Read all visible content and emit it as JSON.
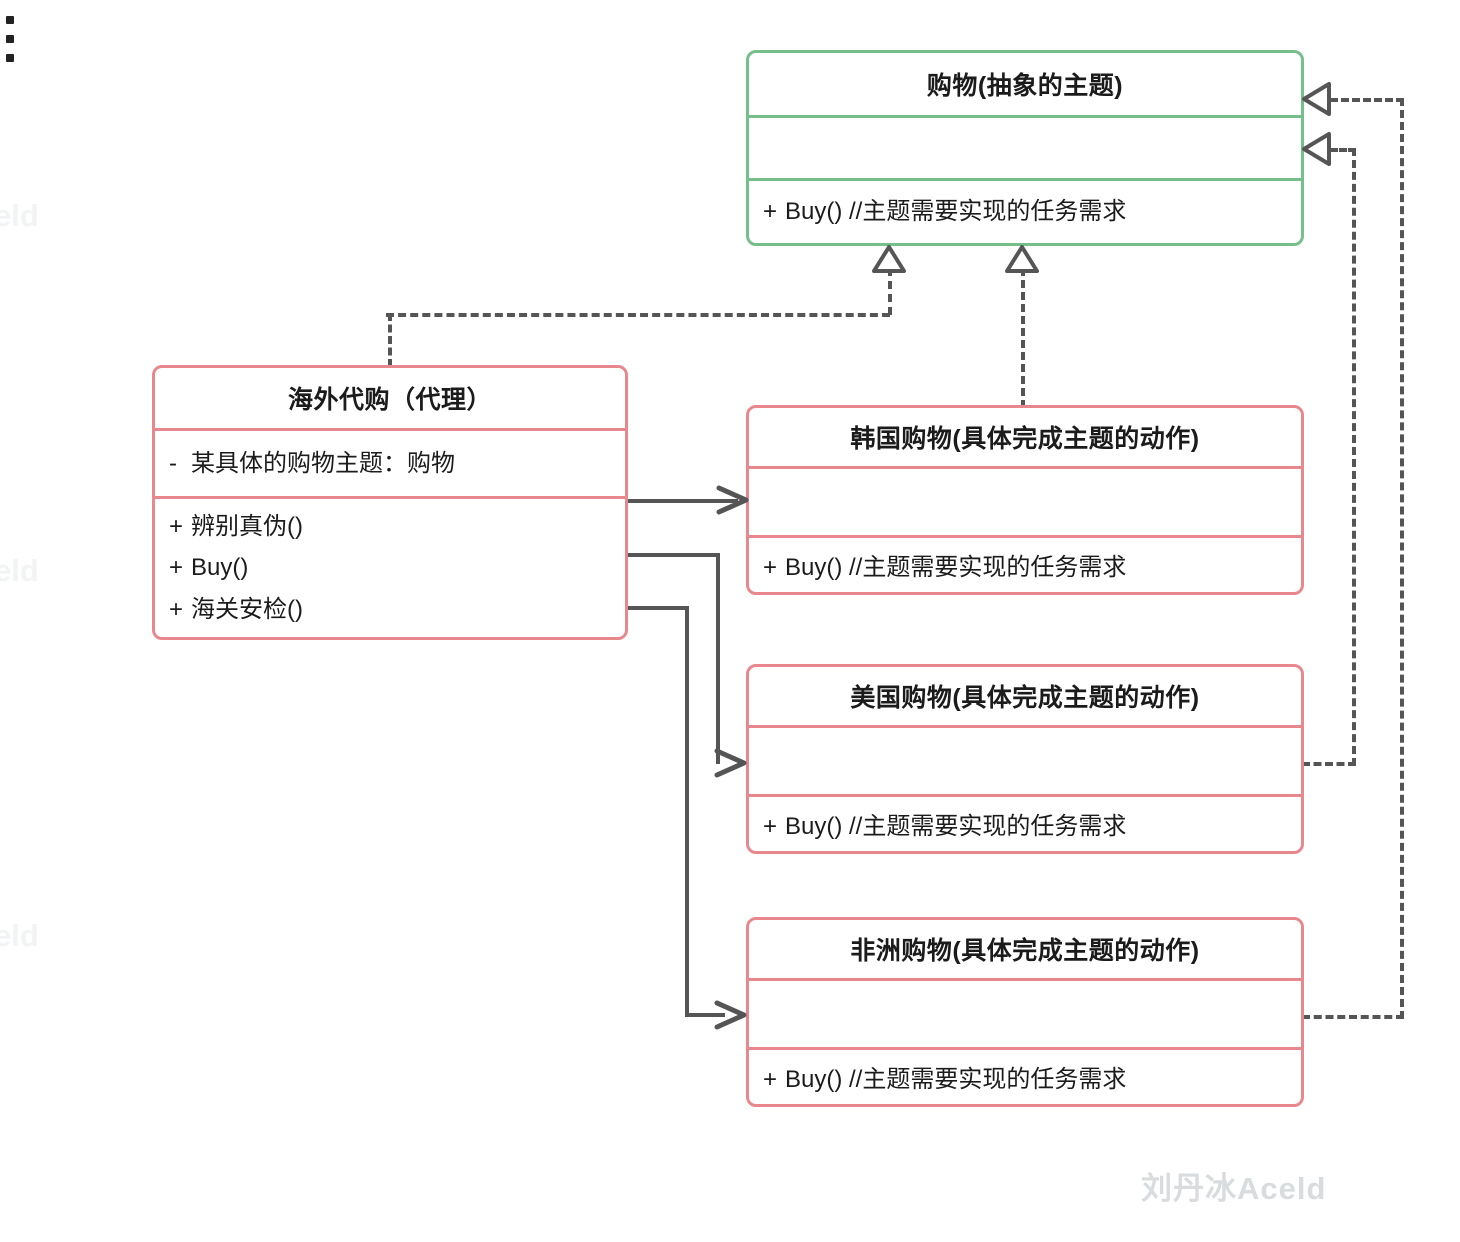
{
  "diagram": {
    "type": "uml-class-diagram",
    "title_hint": "Proxy / Observer pattern class diagram",
    "colors": {
      "abstract_border": "#74bf8b",
      "concrete_border": "#e8888e",
      "connector": "#555555",
      "text": "#1b1b1b",
      "watermark": "#d9dcdf"
    }
  },
  "classes": {
    "shopping": {
      "name": "购物(抽象的主题)",
      "attributes": [],
      "operations": [
        {
          "visibility": "+",
          "text": "Buy()  //主题需要实现的任务需求"
        }
      ]
    },
    "agent": {
      "name": "海外代购（代理）",
      "attributes": [
        {
          "visibility": "-",
          "text": "某具体的购物主题：购物"
        }
      ],
      "operations": [
        {
          "visibility": "+",
          "text": "辨别真伪()"
        },
        {
          "visibility": "+",
          "text": "Buy()"
        },
        {
          "visibility": "+",
          "text": "海关安检()"
        }
      ]
    },
    "korea": {
      "name": "韩国购物(具体完成主题的动作)",
      "attributes": [],
      "operations": [
        {
          "visibility": "+",
          "text": "Buy()  //主题需要实现的任务需求"
        }
      ]
    },
    "usa": {
      "name": "美国购物(具体完成主题的动作)",
      "attributes": [],
      "operations": [
        {
          "visibility": "+",
          "text": "Buy()  //主题需要实现的任务需求"
        }
      ]
    },
    "africa": {
      "name": "非洲购物(具体完成主题的动作)",
      "attributes": [],
      "operations": [
        {
          "visibility": "+",
          "text": "Buy()  //主题需要实现的任务需求"
        }
      ]
    }
  },
  "relationships": [
    {
      "from": "agent",
      "to": "shopping",
      "style": "dashed",
      "arrow": "hollow-triangle",
      "kind": "realization"
    },
    {
      "from": "korea",
      "to": "shopping",
      "style": "dashed",
      "arrow": "hollow-triangle",
      "kind": "realization"
    },
    {
      "from": "usa",
      "to": "shopping",
      "style": "dashed",
      "arrow": "hollow-triangle",
      "kind": "realization"
    },
    {
      "from": "africa",
      "to": "shopping",
      "style": "dashed",
      "arrow": "hollow-triangle",
      "kind": "realization"
    },
    {
      "from": "agent",
      "to": "korea",
      "style": "solid",
      "arrow": "open-arrow",
      "kind": "association"
    },
    {
      "from": "agent",
      "to": "usa",
      "style": "solid",
      "arrow": "open-arrow",
      "kind": "association"
    },
    {
      "from": "agent",
      "to": "africa",
      "style": "solid",
      "arrow": "open-arrow",
      "kind": "association"
    }
  ],
  "watermark": {
    "main": "刘丹冰Aceld",
    "edge": "eld"
  }
}
